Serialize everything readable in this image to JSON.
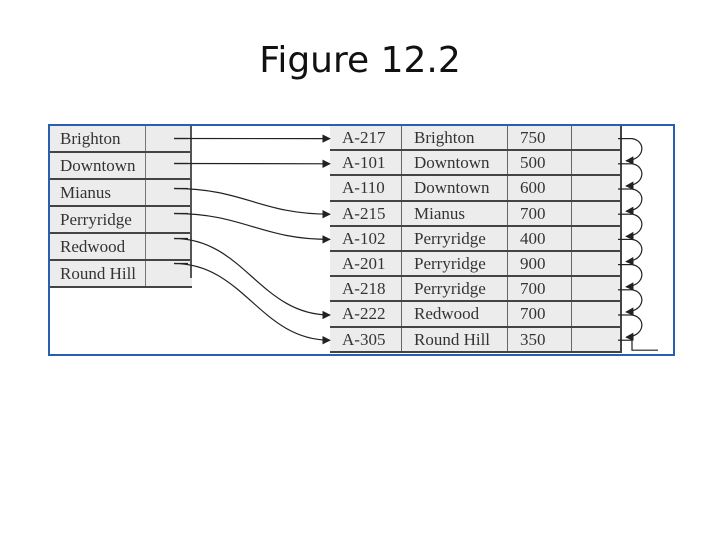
{
  "title": "Figure 12.2",
  "index": [
    "Brighton",
    "Downtown",
    "Mianus",
    "Perryridge",
    "Redwood",
    "Round Hill"
  ],
  "records": [
    {
      "account": "A-217",
      "branch": "Brighton",
      "balance": "750"
    },
    {
      "account": "A-101",
      "branch": "Downtown",
      "balance": "500"
    },
    {
      "account": "A-110",
      "branch": "Downtown",
      "balance": "600"
    },
    {
      "account": "A-215",
      "branch": "Mianus",
      "balance": "700"
    },
    {
      "account": "A-102",
      "branch": "Perryridge",
      "balance": "400"
    },
    {
      "account": "A-201",
      "branch": "Perryridge",
      "balance": "900"
    },
    {
      "account": "A-218",
      "branch": "Perryridge",
      "balance": "700"
    },
    {
      "account": "A-222",
      "branch": "Redwood",
      "balance": "700"
    },
    {
      "account": "A-305",
      "branch": "Round Hill",
      "balance": "350"
    }
  ],
  "index_pointers": [
    0,
    1,
    3,
    4,
    7,
    8
  ],
  "colors": {
    "border": "#2a5fb0",
    "cell_fill": "#ececec",
    "line": "#222222"
  }
}
